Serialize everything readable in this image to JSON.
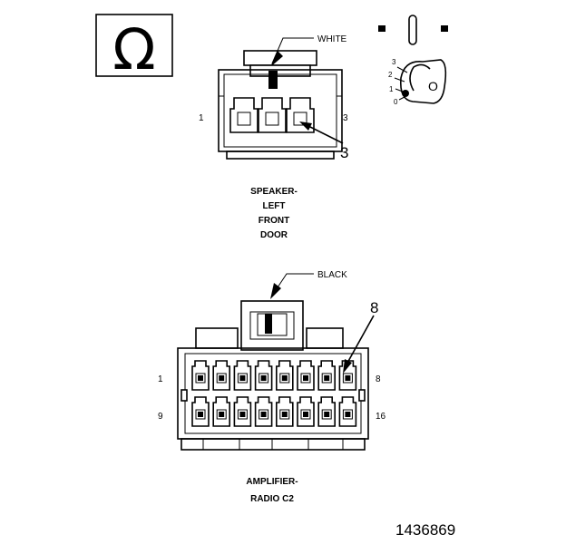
{
  "figure_number": "1436869",
  "omega_symbol": "Ω",
  "key_symbol": {
    "positions": [
      "3",
      "2",
      "1",
      "0"
    ],
    "letter": "O"
  },
  "speaker_connector": {
    "color_label": "WHITE",
    "pin_left": "1",
    "pin_right": "3",
    "callout": "3",
    "caption": [
      "SPEAKER-",
      "LEFT",
      "FRONT",
      "DOOR"
    ]
  },
  "amplifier_connector": {
    "color_label": "BLACK",
    "pin_top_left": "1",
    "pin_top_right": "8",
    "pin_bottom_left": "9",
    "pin_bottom_right": "16",
    "callout": "8",
    "caption": [
      "AMPLIFIER-",
      "RADIO C2"
    ]
  }
}
